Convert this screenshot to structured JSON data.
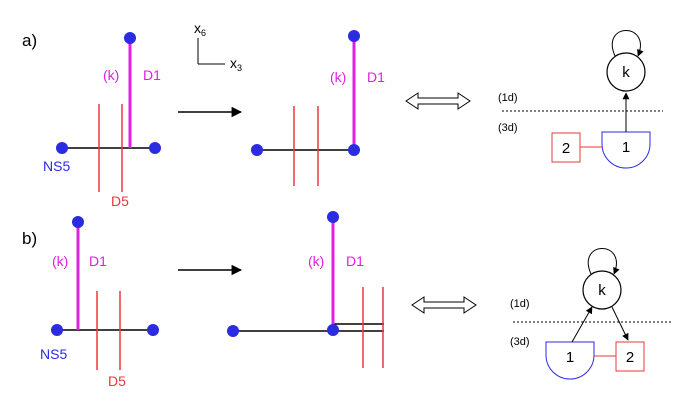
{
  "colors": {
    "brane": "#2b2be0",
    "d5": "#e8393a",
    "d1": "#e020e0",
    "line": "#000000",
    "blue_node": "#2b2be0",
    "red_node": "#e8393a"
  },
  "axes": {
    "vertical": "x",
    "vertical_sub": "6",
    "horizontal": "x",
    "horizontal_sub": "3"
  },
  "panel_a": {
    "tag": "a)",
    "left": {
      "d1_number": "(k)",
      "d1_label": "D1",
      "ns5_label": "NS5",
      "d5_label": "D5"
    },
    "middle": {
      "d1_number": "(k)",
      "d1_label": "D1"
    },
    "quiver": {
      "top_node": "k",
      "left_node": "2",
      "right_node": "1",
      "upper_dim": "(1d)",
      "lower_dim": "(3d)"
    }
  },
  "panel_b": {
    "tag": "b)",
    "left": {
      "d1_number": "(k)",
      "d1_label": "D1",
      "ns5_label": "NS5",
      "d5_label": "D5"
    },
    "middle": {
      "d1_number": "(k)",
      "d1_label": "D1"
    },
    "quiver": {
      "top_node": "k",
      "left_node": "1",
      "right_node": "2",
      "upper_dim": "(1d)",
      "lower_dim": "(3d)"
    }
  }
}
